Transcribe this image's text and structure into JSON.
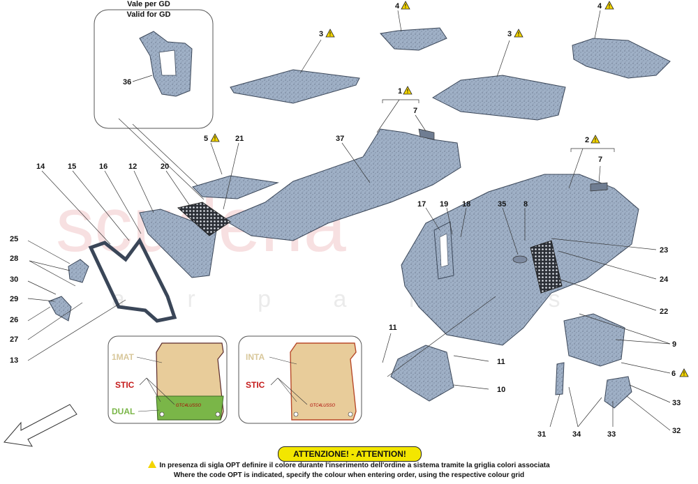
{
  "colors": {
    "part_fill": "#9fb0c6",
    "part_stroke": "#3a4658",
    "warning": "#f3d400",
    "watermark": "#f2c7c9",
    "green": "#7ab648",
    "mat_tan": "#e8cc9a"
  },
  "watermark": {
    "brand": "scuderia",
    "sub": "a r p a r t s"
  },
  "gd_note": {
    "line1": "Vale per GD",
    "line2": "Valid for GD"
  },
  "labels": {
    "l36": "36",
    "l3a": "3",
    "l4a": "4",
    "l3b": "3",
    "l4b": "4",
    "l1": "1",
    "l7a": "7",
    "l5": "5",
    "l21": "21",
    "l37": "37",
    "l2": "2",
    "l7b": "7",
    "l14": "14",
    "l15": "15",
    "l16": "16",
    "l12": "12",
    "l20": "20",
    "l17": "17",
    "l19": "19",
    "l18": "18",
    "l35": "35",
    "l8": "8",
    "l23": "23",
    "l24": "24",
    "l22": "22",
    "l25": "25",
    "l28": "28",
    "l30": "30",
    "l29": "29",
    "l26": "26",
    "l27": "27",
    "l13": "13",
    "l11a": "11",
    "l11b": "11",
    "l10": "10",
    "l9": "9",
    "l6": "6",
    "l31": "31",
    "l34": "34",
    "l33a": "33",
    "l33b": "33",
    "l32": "32"
  },
  "mat_left": {
    "label1": "1MAT",
    "label2": "STIC",
    "label3": "DUAL",
    "logo": "GTC4LUSSO"
  },
  "mat_right": {
    "label1": "INTA",
    "label2": "STIC",
    "logo": "GTC4LUSSO"
  },
  "attention": "ATTENZIONE! - ATTENTION!",
  "notice": {
    "it": "In presenza di sigla OPT definire il colore durante l'inserimento dell'ordine a sistema tramite la griglia colori associata",
    "en": "Where the code OPT is indicated, specify the colour when entering order, using the respective colour grid"
  }
}
